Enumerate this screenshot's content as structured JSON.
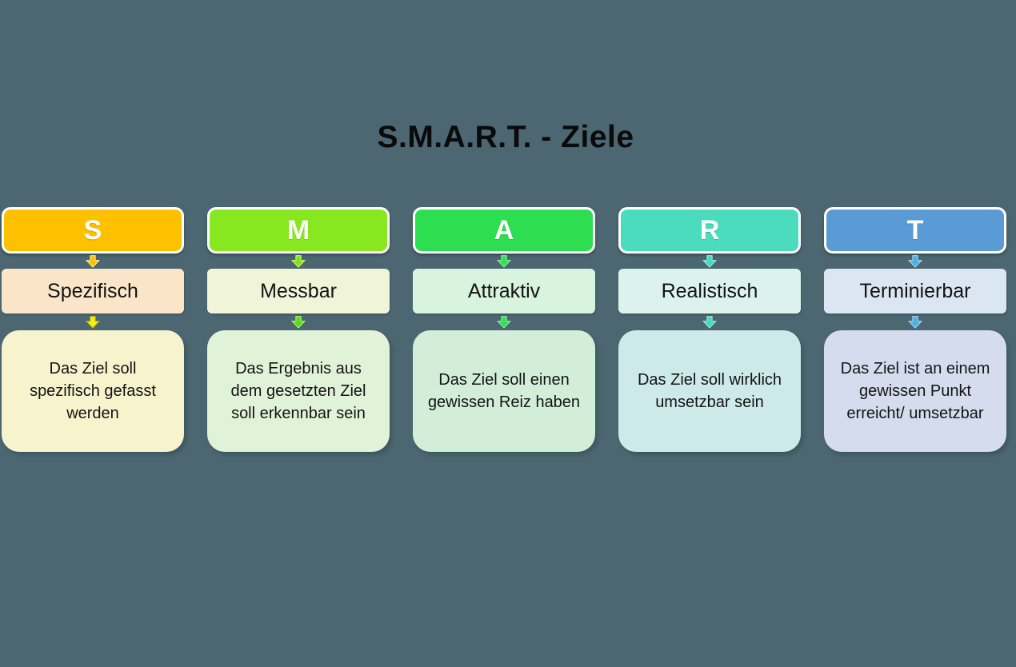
{
  "title": "S.M.A.R.T. - Ziele",
  "background_color": "#4C6771",
  "title_color": "#0A0A0A",
  "letter_text_color": "#FFFFFF",
  "body_text_color": "#141414",
  "columns": [
    {
      "letter": "S",
      "label": "Spezifisch",
      "description": "Das Ziel soll spezifisch gefasst werden",
      "colors": {
        "letter_fill": "#FFC000",
        "label_fill": "#FAE5C8",
        "description_fill": "#F7F3CD",
        "arrow1_fill": "#FFC103",
        "arrow1_stroke": "#FFE9A0",
        "arrow2_fill": "#F2F215",
        "arrow2_stroke": "#C9B700"
      }
    },
    {
      "letter": "M",
      "label": "Messbar",
      "description": "Das Ergebnis aus dem gesetzten Ziel soll erkennbar sein",
      "colors": {
        "letter_fill": "#87E81F",
        "label_fill": "#F0F4D8",
        "description_fill": "#E0F2D8",
        "arrow1_fill": "#7CE31C",
        "arrow1_stroke": "#DCF56E",
        "arrow2_fill": "#55DB22",
        "arrow2_stroke": "#C4F46A"
      }
    },
    {
      "letter": "A",
      "label": "Attraktiv",
      "description": "Das Ziel soll einen gewissen Reiz haben",
      "colors": {
        "letter_fill": "#2EDE51",
        "label_fill": "#D8F3DE",
        "description_fill": "#D2EED9",
        "arrow1_fill": "#33DF54",
        "arrow1_stroke": "#8CEFA5",
        "arrow2_fill": "#33DF54",
        "arrow2_stroke": "#8CEFA5"
      }
    },
    {
      "letter": "R",
      "label": "Realistisch",
      "description": "Das Ziel soll wirklich umsetzbar sein",
      "colors": {
        "letter_fill": "#4ADCBC",
        "label_fill": "#DCF2EC",
        "description_fill": "#CDE9E9",
        "arrow1_fill": "#44DBBC",
        "arrow1_stroke": "#9AEBDA",
        "arrow2_fill": "#44DBBC",
        "arrow2_stroke": "#9AEBDA"
      }
    },
    {
      "letter": "T",
      "label": "Terminierbar",
      "description": "Das Ziel ist an einem gewissen Punkt erreicht/ umsetzbar",
      "colors": {
        "letter_fill": "#5B9BD5",
        "label_fill": "#DAE7F3",
        "description_fill": "#D4DCEE",
        "arrow1_fill": "#47B1E2",
        "arrow1_stroke": "#A6D9F0",
        "arrow2_fill": "#47B1E2",
        "arrow2_stroke": "#A6D9F0"
      }
    }
  ]
}
